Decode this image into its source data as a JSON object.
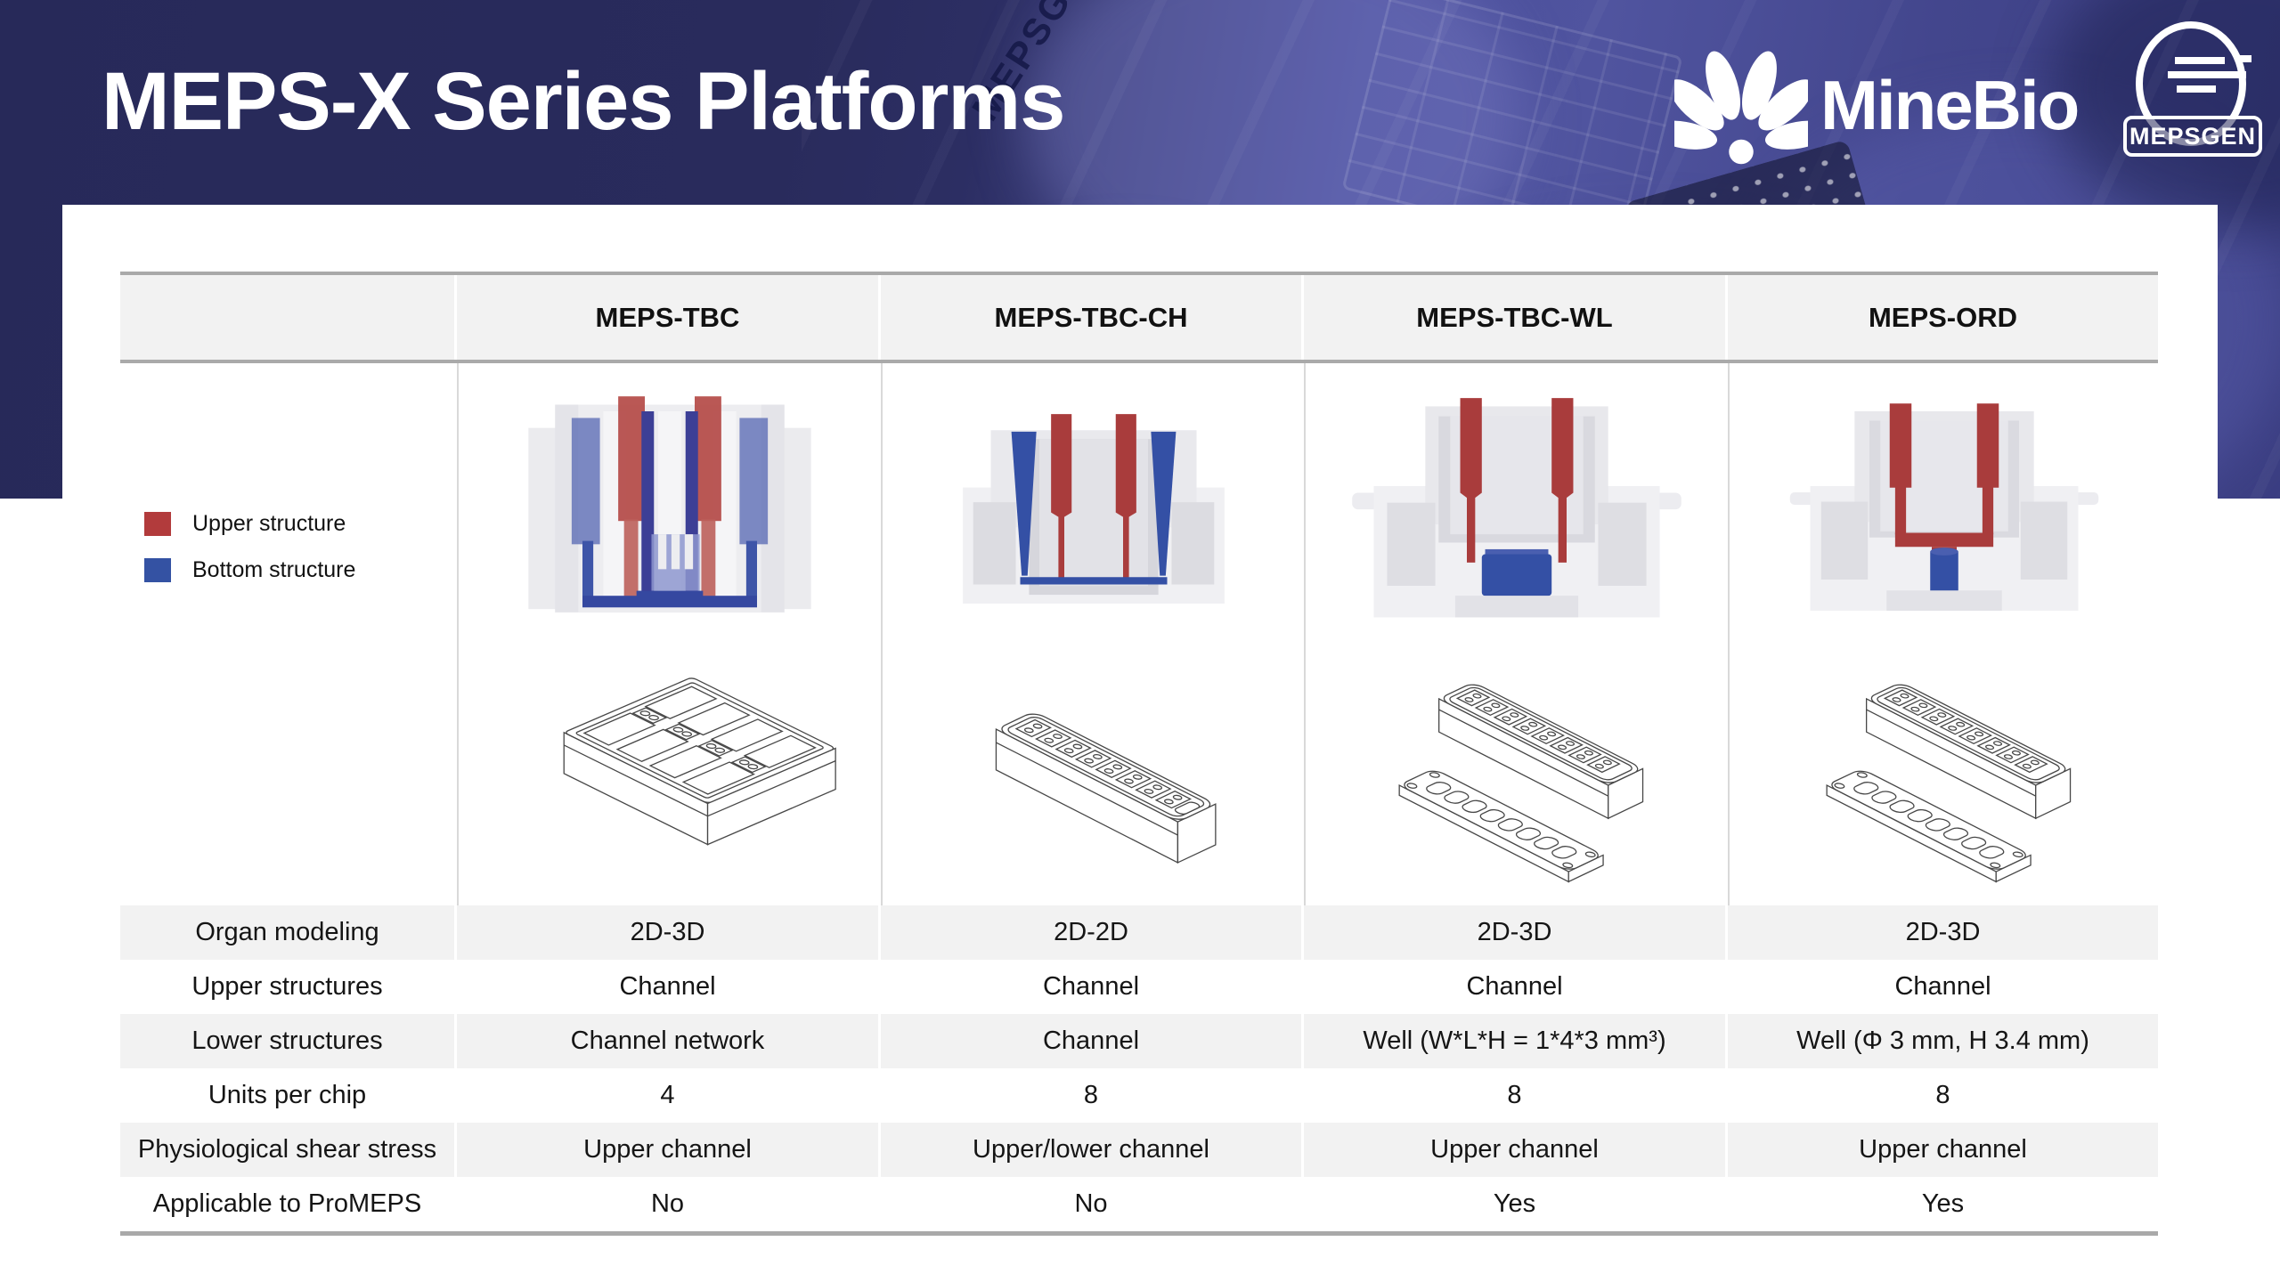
{
  "slide": {
    "title": "MEPS-X Series Platforms"
  },
  "logos": {
    "minebio": "MineBio",
    "mepsgen": "MEPSGEN"
  },
  "background": {
    "bag_label": "MEPSG"
  },
  "legend": {
    "items": [
      {
        "label": "Upper structure",
        "color": "#b23b3c"
      },
      {
        "label": "Bottom structure",
        "color": "#3452a3"
      }
    ]
  },
  "table": {
    "columns": [
      "MEPS-TBC",
      "MEPS-TBC-CH",
      "MEPS-TBC-WL",
      "MEPS-ORD"
    ],
    "rows": [
      {
        "label": "Organ modeling",
        "values": [
          "2D-3D",
          "2D-2D",
          "2D-3D",
          "2D-3D"
        ]
      },
      {
        "label": "Upper structures",
        "values": [
          "Channel",
          "Channel",
          "Channel",
          "Channel"
        ]
      },
      {
        "label": "Lower structures",
        "values": [
          "Channel network",
          "Channel",
          "Well (W*L*H = 1*4*3 mm³)",
          "Well (Φ 3 mm, H 3.4 mm)"
        ]
      },
      {
        "label": "Units per chip",
        "values": [
          "4",
          "8",
          "8",
          "8"
        ]
      },
      {
        "label": "Physiological shear stress",
        "values": [
          "Upper channel",
          "Upper/lower channel",
          "Upper channel",
          "Upper channel"
        ]
      },
      {
        "label": "Applicable to ProMEPS",
        "values": [
          "No",
          "No",
          "Yes",
          "Yes"
        ]
      }
    ]
  },
  "colors": {
    "banner_navy": "#292b5c",
    "banner_purple": "#4b4f9d",
    "upper_structure_red": "#b23b3c",
    "bottom_structure_blue": "#3452a3",
    "table_header_bg": "#f2f2f2",
    "table_border": "#a9a9a9",
    "column_divider": "#d9d9d9"
  }
}
